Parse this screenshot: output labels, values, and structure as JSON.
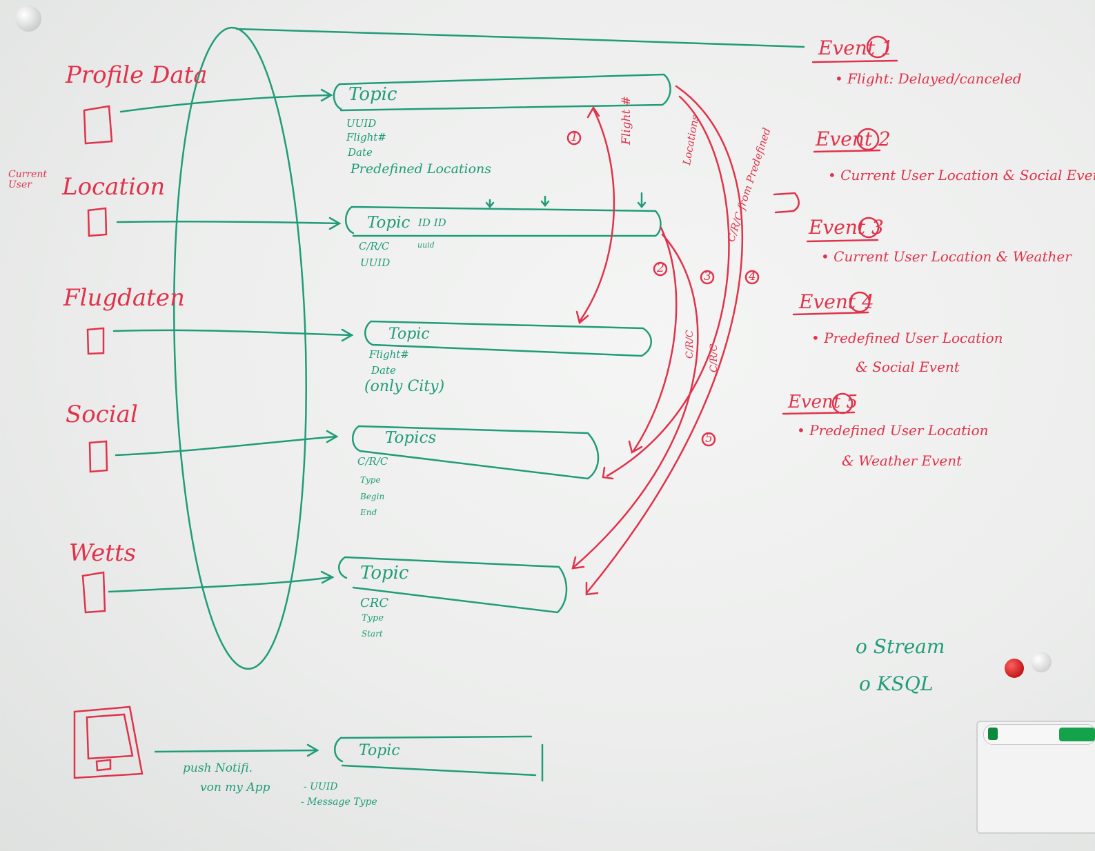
{
  "sources": [
    {
      "label": "Profile Data"
    },
    {
      "label": "Current User",
      "label2": "Location"
    },
    {
      "label": "Flugdaten"
    },
    {
      "label": "Social"
    },
    {
      "label": "Wetts"
    }
  ],
  "topics": [
    {
      "label": "Topic",
      "fields": [
        "UUID",
        "Flight#",
        "Date",
        "Predefined Locations"
      ]
    },
    {
      "label": "Topic",
      "aside": "ID ID",
      "aside2": "uuid",
      "fields": [
        "C/R/C",
        "UUID"
      ]
    },
    {
      "label": "Topic",
      "fields": [
        "Flight#",
        "Date",
        "(only City)"
      ]
    },
    {
      "label": "Topics",
      "fields": [
        "C/R/C",
        "Type",
        "Begin",
        "End"
      ]
    },
    {
      "label": "Topic",
      "fields": [
        "CRC",
        "Type",
        "Start"
      ]
    },
    {
      "label": "Topic"
    }
  ],
  "push": {
    "line1": "push Notifi.",
    "line2": "von my App",
    "fields": [
      "- UUID",
      "- Message Type"
    ]
  },
  "arrow_labels": {
    "flight": "Flight #",
    "locations": "Locations",
    "crc_predefined": "C/R/C from Predefined",
    "crc1": "C/R/C",
    "crc2": "C/R/C",
    "nums": [
      "1",
      "2",
      "3",
      "4",
      "5"
    ]
  },
  "events": [
    {
      "title": "Event 1",
      "lines": [
        "• Flight: Delayed/canceled"
      ]
    },
    {
      "title": "Event 2",
      "lines": [
        "• Current User Location & Social Event"
      ]
    },
    {
      "title": "Event 3",
      "lines": [
        "• Current User Location & Weather"
      ]
    },
    {
      "title": "Event 4",
      "lines": [
        "• Predefined User Location",
        "& Social Event"
      ]
    },
    {
      "title": "Event 5",
      "lines": [
        "• Predefined User Location",
        "& Weather Event"
      ]
    }
  ],
  "legend": [
    "o Stream",
    "o KSQL"
  ],
  "colors": {
    "red_marker": "#e0324a",
    "green_marker": "#1f9c78",
    "board": "#eeefee"
  }
}
